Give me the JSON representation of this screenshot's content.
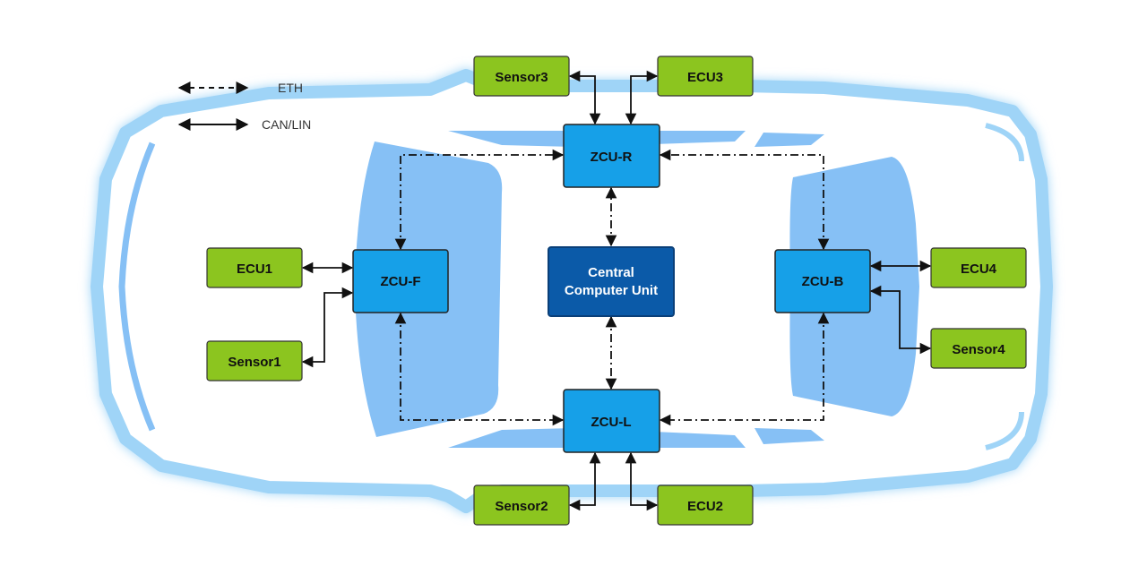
{
  "legend": {
    "eth_label": "ETH",
    "can_label": "CAN/LIN"
  },
  "central": {
    "line1": "Central",
    "line2": "Computer Unit"
  },
  "zones": {
    "front": "ZCU-F",
    "back": "ZCU-B",
    "right": "ZCU-R",
    "left": "ZCU-L"
  },
  "peripherals": {
    "sensor1": "Sensor1",
    "sensor2": "Sensor2",
    "sensor3": "Sensor3",
    "sensor4": "Sensor4",
    "ecu1": "ECU1",
    "ecu2": "ECU2",
    "ecu3": "ECU3",
    "ecu4": "ECU4"
  },
  "colors": {
    "central_fill": "#0b5aa8",
    "zone_fill": "#16a0e8",
    "peripheral_fill": "#8cc51f",
    "car_outline": "#9fd4f7",
    "car_glass": "#86c0f5",
    "link_color": "#111111"
  }
}
